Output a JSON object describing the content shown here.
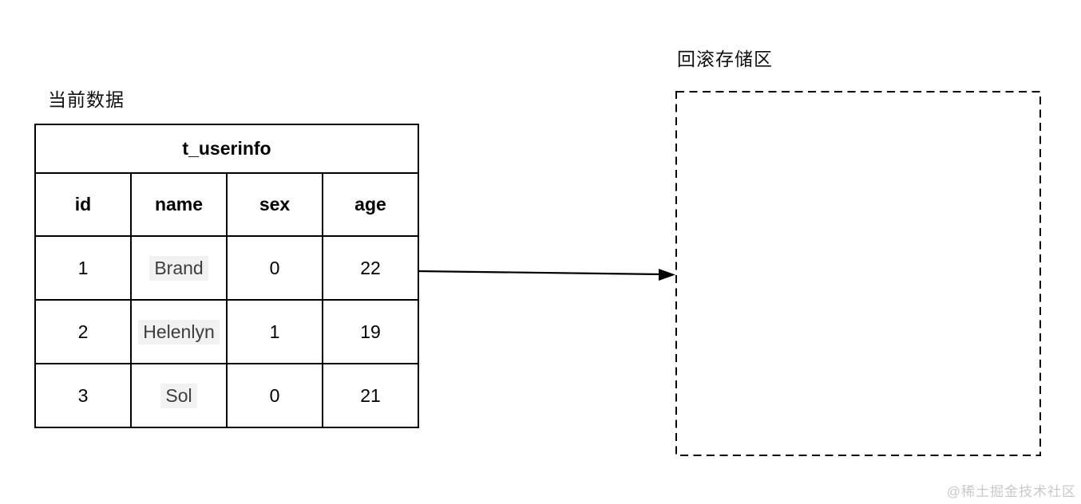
{
  "labels": {
    "current_data": "当前数据",
    "rollback_area": "回滚存储区"
  },
  "table": {
    "title": "t_userinfo",
    "columns": [
      "id",
      "name",
      "sex",
      "age"
    ],
    "rows": [
      {
        "id": "1",
        "name": "Brand",
        "sex": "0",
        "age": "22"
      },
      {
        "id": "2",
        "name": "Helenlyn",
        "sex": "1",
        "age": "19"
      },
      {
        "id": "3",
        "name": "Sol",
        "sex": "0",
        "age": "21"
      }
    ]
  },
  "icons": {
    "flow_arrow": "right-arrow"
  },
  "watermark": "@稀土掘金技术社区",
  "colors": {
    "line": "#000000",
    "name_highlight_bg": "#f2f2f2",
    "name_text": "#3d3d3d",
    "watermark": "#c9c9c9"
  }
}
